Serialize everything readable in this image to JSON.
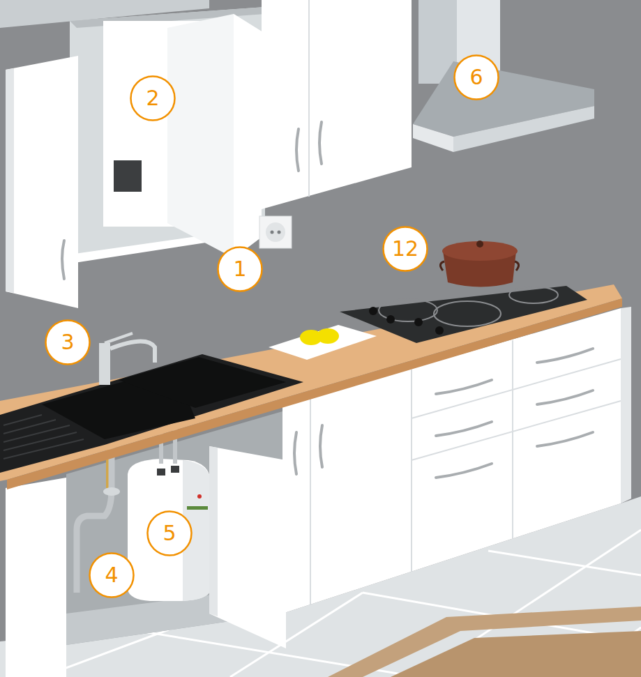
{
  "diagram": {
    "nodes": [
      {
        "text": [
          "2"
        ]
      },
      {
        "text": [
          "6"
        ]
      },
      {
        "text": [
          "1"
        ]
      },
      {
        "text": [
          "12"
        ]
      },
      {
        "text": [
          "3"
        ]
      },
      {
        "text": [
          "5"
        ]
      },
      {
        "text": [
          "4"
        ]
      }
    ]
  }
}
